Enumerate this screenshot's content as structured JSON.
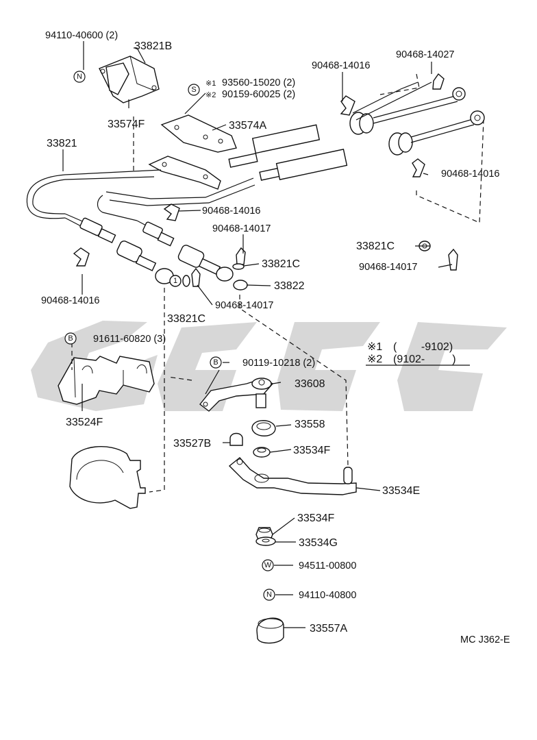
{
  "parts": [
    {
      "id": "p1",
      "text": "94110-40600 (2)"
    },
    {
      "id": "p2",
      "text": "33821B"
    },
    {
      "id": "p3",
      "text": "33574F"
    },
    {
      "id": "p4",
      "text": "33574A"
    },
    {
      "id": "p5",
      "text": "33821"
    },
    {
      "id": "p6",
      "text": "90468-14016"
    },
    {
      "id": "p7",
      "text": "90468-14027"
    },
    {
      "id": "p8",
      "text": "90468-14016"
    },
    {
      "id": "p9",
      "text": "90468-14016"
    },
    {
      "id": "p10",
      "text": "90468-14017"
    },
    {
      "id": "p11",
      "text": "33821C"
    },
    {
      "id": "p12",
      "text": "33822"
    },
    {
      "id": "p13",
      "text": "33821C"
    },
    {
      "id": "p14",
      "text": "90468-14017"
    },
    {
      "id": "p15",
      "text": "90468-14016"
    },
    {
      "id": "p16",
      "text": "90468-14017"
    },
    {
      "id": "p17",
      "text": "33821C"
    },
    {
      "id": "p18",
      "text": "91611-60820 (3)"
    },
    {
      "id": "p19",
      "text": "33524F"
    },
    {
      "id": "p20",
      "text": "90119-10218 (2)"
    },
    {
      "id": "p21",
      "text": "33608"
    },
    {
      "id": "p22",
      "text": "33558"
    },
    {
      "id": "p23",
      "text": "33527B"
    },
    {
      "id": "p24",
      "text": "33534F"
    },
    {
      "id": "p25",
      "text": "33534E"
    },
    {
      "id": "p26",
      "text": "33534F"
    },
    {
      "id": "p27",
      "text": "33534G"
    },
    {
      "id": "p28",
      "text": "94511-00800"
    },
    {
      "id": "p29",
      "text": "94110-40800"
    },
    {
      "id": "p30",
      "text": "33557A"
    }
  ],
  "alt_parts": [
    {
      "id": "a1",
      "mark": "※1",
      "text": "93560-15020 (2)"
    },
    {
      "id": "a2",
      "mark": "※2",
      "text": "90159-60025 (2)"
    }
  ],
  "badges": [
    {
      "id": "b1",
      "letter": "N"
    },
    {
      "id": "b2",
      "letter": "S"
    },
    {
      "id": "b3",
      "letter": "B"
    },
    {
      "id": "b4",
      "letter": "B"
    },
    {
      "id": "b5",
      "letter": "W"
    },
    {
      "id": "b6",
      "letter": "N"
    }
  ],
  "legend": {
    "row1_mark": "※1",
    "row1_text": "(        -9102)",
    "row2_mark": "※2",
    "row2_text": "(9102-         )"
  },
  "diagram_code": "MC J362-E"
}
